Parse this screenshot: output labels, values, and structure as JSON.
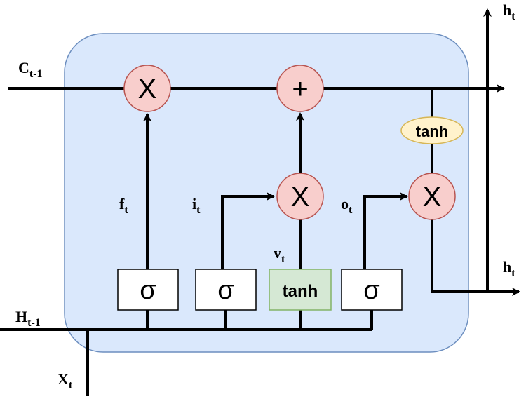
{
  "colors": {
    "cell_fill": "#dae8fc",
    "cell_stroke": "#6c8ebf",
    "op_fill": "#f8cecc",
    "op_stroke": "#b85450",
    "tanh_fill": "#d5e8d4",
    "tanh_stroke": "#82b366",
    "tanh_out_fill": "#fff2cc",
    "tanh_out_stroke": "#d6b656",
    "line": "#000000"
  },
  "labels": {
    "c_prev": {
      "base": "C",
      "sub": "t-1"
    },
    "h_prev": {
      "base": "H",
      "sub": "t-1"
    },
    "x_in": {
      "base": "X",
      "sub": "t"
    },
    "h_out_top": {
      "base": "h",
      "sub": "t"
    },
    "h_out_right": {
      "base": "h",
      "sub": "t"
    },
    "forget": {
      "base": "f",
      "sub": "t"
    },
    "input": {
      "base": "i",
      "sub": "t"
    },
    "candidate": {
      "base": "v",
      "sub": "t"
    },
    "output": {
      "base": "o",
      "sub": "t"
    }
  },
  "operators": {
    "forget_mult": "X",
    "cell_add": "+",
    "input_mult": "X",
    "output_mult": "X"
  },
  "gates": {
    "sigma_forget": "σ",
    "sigma_input": "σ",
    "tanh_candidate": "tanh",
    "sigma_output": "σ",
    "tanh_output": "tanh"
  }
}
